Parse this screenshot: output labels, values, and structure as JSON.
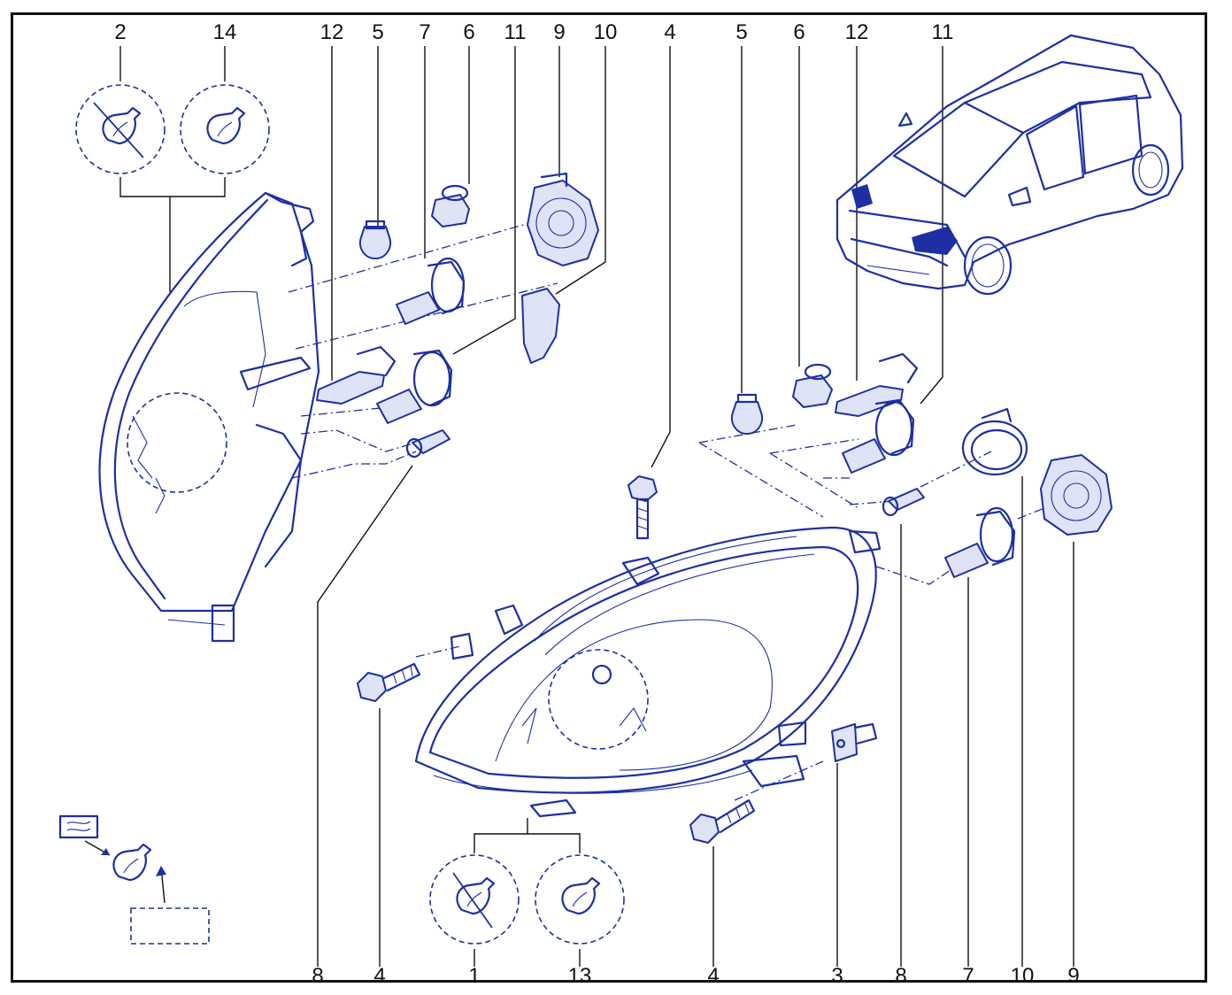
{
  "callouts": {
    "top_left": [
      "2",
      "14",
      "12",
      "5",
      "7",
      "6",
      "11",
      "9",
      "10",
      "4"
    ],
    "top_right": [
      "5",
      "6",
      "12",
      "11"
    ],
    "bottom": [
      "8",
      "4",
      "1",
      "13",
      "4",
      "3",
      "8",
      "7",
      "10",
      "9"
    ]
  },
  "colors": {
    "line_art": "#1d2fa3",
    "frame": "#111111",
    "background": "#ffffff"
  },
  "icons": {
    "bulb_prohibited": "bulb-crossed-icon",
    "bulb_allowed": "bulb-icon",
    "fuse_label": "label-tag-icon"
  }
}
